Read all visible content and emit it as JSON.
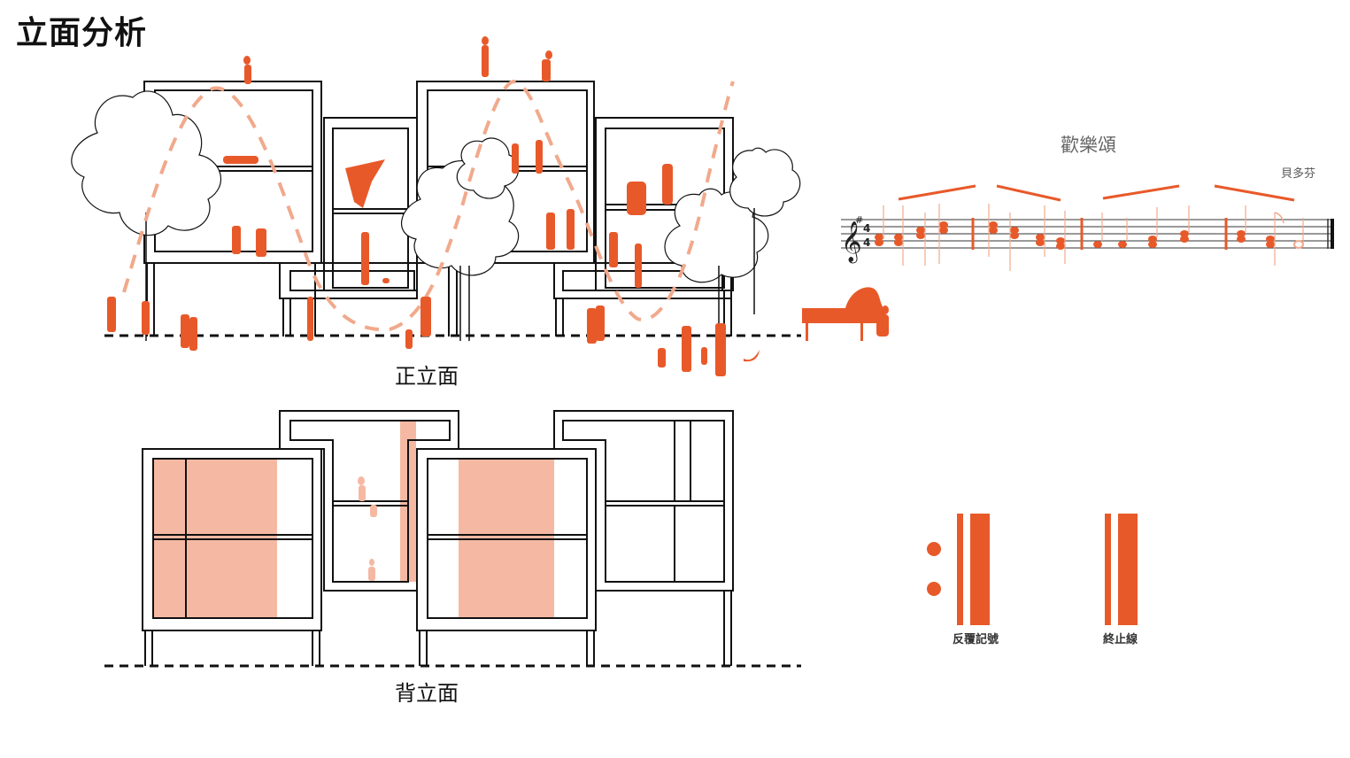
{
  "title": "立面分析",
  "front_elevation": {
    "caption": "正立面"
  },
  "back_elevation": {
    "caption": "背立面"
  },
  "score": {
    "title": "歡樂頌",
    "composer": "貝多芬",
    "time_signature": "4/4",
    "key_signature": "#"
  },
  "legend": {
    "repeat_sign": "反覆記號",
    "final_barline": "終止線"
  },
  "colors": {
    "accent": "#e8592a",
    "accent_light": "#f5b9a3",
    "line": "#111111"
  }
}
